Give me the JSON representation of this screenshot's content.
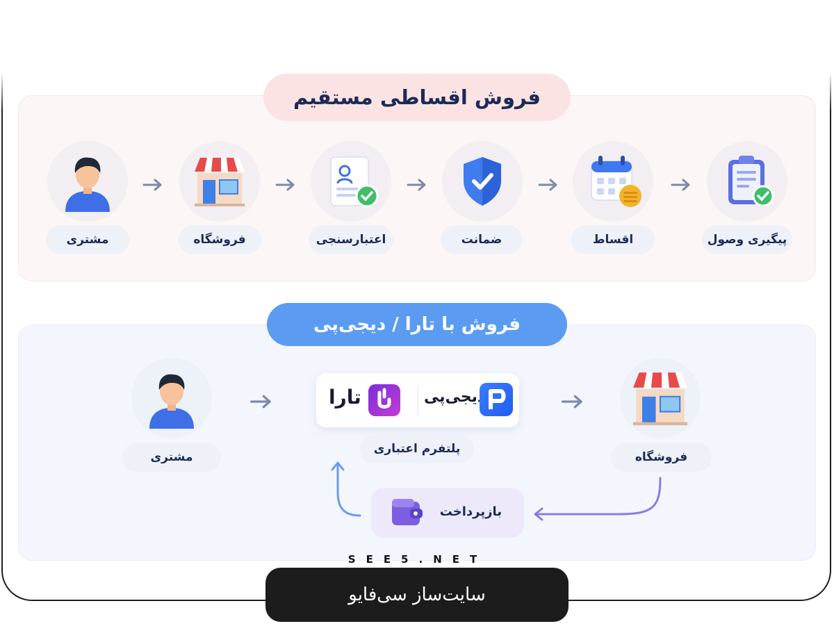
{
  "direct_section": {
    "title": "فروش اقساطی مستقیم",
    "steps": [
      {
        "label": "پیگیری وصول",
        "icon": "clipboard-check-icon"
      },
      {
        "label": "اقساط",
        "icon": "calendar-coins-icon"
      },
      {
        "label": "ضمانت",
        "icon": "shield-check-icon"
      },
      {
        "label": "اعتبارسنجی",
        "icon": "credit-check-document-icon"
      },
      {
        "label": "فروشگاه",
        "icon": "store-icon"
      },
      {
        "label": "مشتری",
        "icon": "customer-avatar-icon"
      }
    ]
  },
  "platform_section": {
    "title": "فروش با تارا / دیجی‌پی",
    "customer_label": "مشتری",
    "store_label": "فروشگاه",
    "platform_label": "پلتفرم اعتباری",
    "tara_name": "تارا",
    "digipay_name": "دیجی‌پی",
    "refund_label": "بازپرداخت",
    "colors": {
      "accent": "#5b9cf2",
      "tara": "#7b2fd6",
      "digipay": "#1f5ff0"
    }
  },
  "brand": {
    "domain": "SEE5.NET",
    "slogan": "سایت‌ساز سی‌فایو"
  }
}
